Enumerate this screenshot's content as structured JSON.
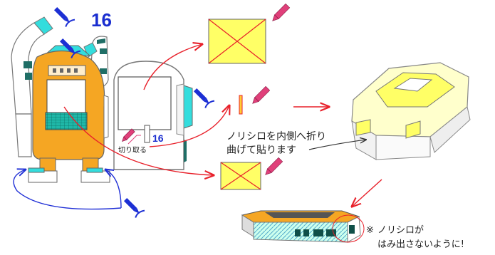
{
  "diagram": {
    "part_number": "16",
    "tab_number": "16",
    "cut_label": "切り取る",
    "instruction_line1": "ノリシロを内側へ折り",
    "instruction_line2": "曲げて貼ります",
    "note_mark": "※",
    "note_line1": "ノリシロが",
    "note_line2": "はみ出さないように!"
  },
  "colors": {
    "body_orange": "#f5a623",
    "cyan": "#33dddd",
    "yellow_panel": "#ffff66",
    "pale_yellow": "#ffffcc",
    "red_arrow": "#e8202a",
    "blue_arrow": "#1f2fd6",
    "part_number_blue": "#1a2ed0",
    "pen_blue": "#1c2fd4",
    "pen_pink": "#e0407a",
    "outline": "#555555"
  }
}
